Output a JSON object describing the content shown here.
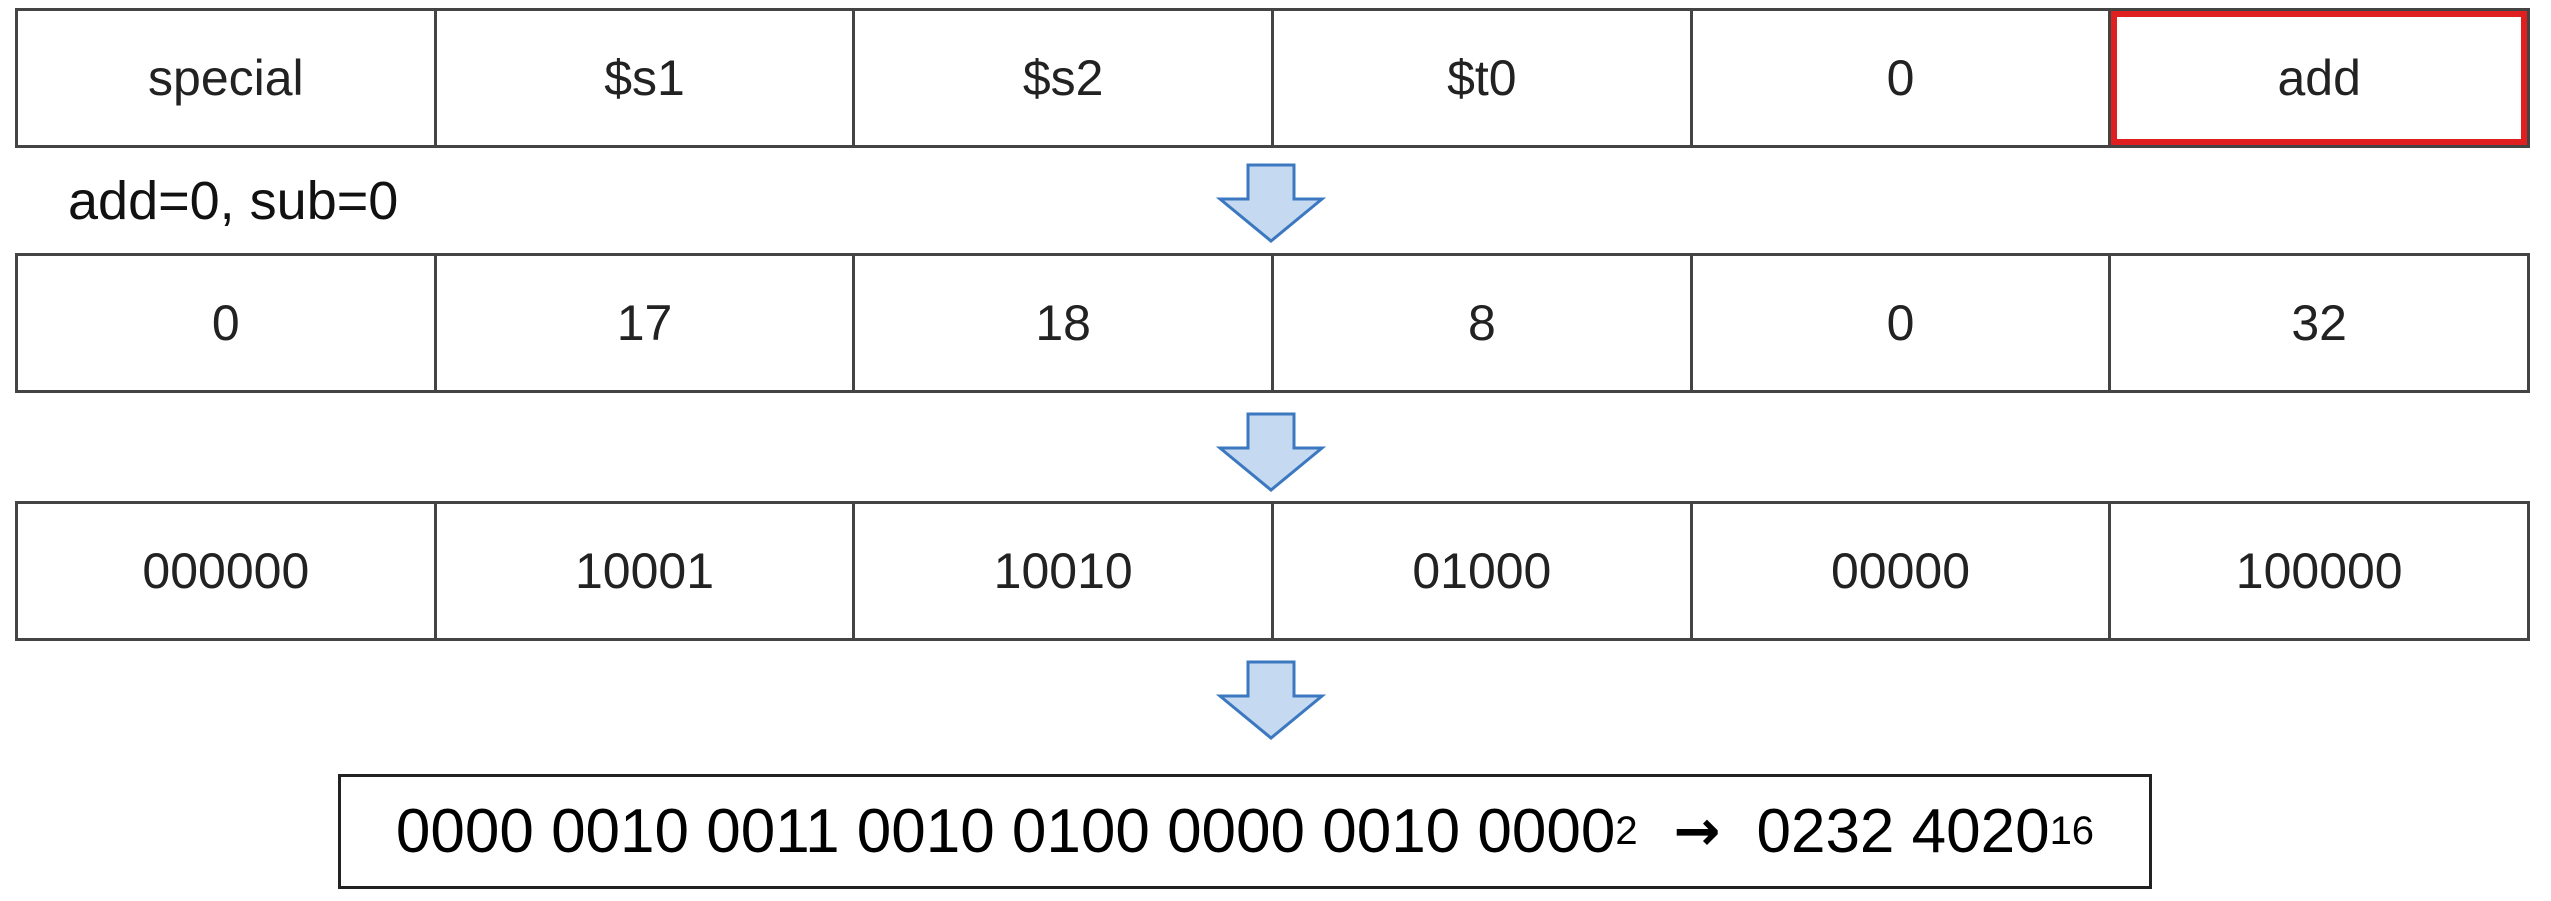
{
  "rows": [
    {
      "cells": [
        "special",
        "$s1",
        "$s2",
        "$t0",
        "0",
        "add"
      ]
    },
    {
      "cells": [
        "0",
        "17",
        "18",
        "8",
        "0",
        "32"
      ]
    },
    {
      "cells": [
        "000000",
        "10001",
        "10010",
        "01000",
        "00000",
        "100000"
      ]
    }
  ],
  "note": "add=0, sub=0",
  "result": {
    "binary": "0000 0010 0011 0010 0100 0000 0010 0000",
    "binary_base": "2",
    "arrow": "→",
    "hex": "0232 4020",
    "hex_base": "16"
  },
  "colors": {
    "highlight": "#e02020",
    "arrow_fill": "#c5d9f1",
    "arrow_stroke": "#3c78c0"
  },
  "icons": [
    "down-arrow-icon"
  ]
}
